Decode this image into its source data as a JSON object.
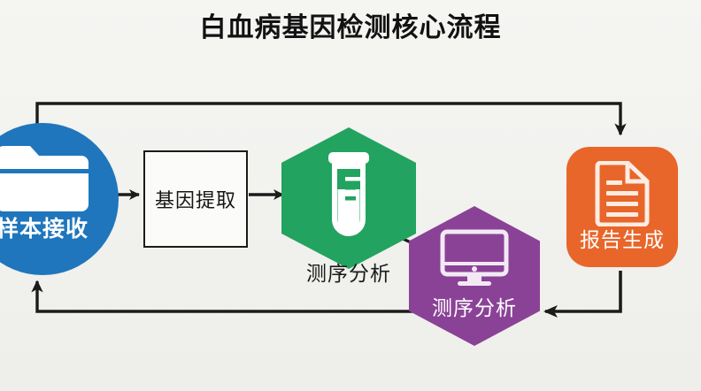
{
  "diagram": {
    "title": "白血病基因检测核心流程",
    "background_color": "#f2f2ef",
    "nodes": [
      {
        "id": "sample",
        "label": "样本接收",
        "shape": "circle",
        "color": "#1f76bc",
        "text_color": "#ffffff",
        "icon": "folder-icon"
      },
      {
        "id": "extract",
        "label": "基因提取",
        "shape": "rectangle",
        "color": "#fbfbf9",
        "border_color": "#1b1b1b",
        "text_color": "#151515",
        "icon": "none"
      },
      {
        "id": "seq-green",
        "label": "测序分析",
        "shape": "hexagon",
        "color": "#22a35f",
        "text_color": "#1b1b1b",
        "icon": "test-tube-icon"
      },
      {
        "id": "seq-purple",
        "label": "测序分析",
        "shape": "hexagon",
        "color": "#8a4296",
        "text_color": "#ffffff",
        "icon": "monitor-icon"
      },
      {
        "id": "report",
        "label": "报告生成",
        "shape": "rounded-square",
        "color": "#e8662a",
        "text_color": "#ffffff",
        "icon": "document-icon"
      }
    ],
    "connectors": [
      {
        "id": "sample-to-extract",
        "from": "sample",
        "to": "extract",
        "arrow": "right"
      },
      {
        "id": "extract-to-seq-green",
        "from": "extract",
        "to": "seq-green",
        "arrow": "right"
      },
      {
        "id": "seq-green-to-seq-purple",
        "from": "seq-green",
        "to": "seq-purple",
        "arrow": "none"
      },
      {
        "id": "top-loop-to-report",
        "from": "sample",
        "to": "report",
        "arrow": "down"
      },
      {
        "id": "bottom-loop-to-seq-purple",
        "from": "report",
        "to": "seq-purple",
        "arrow": "left"
      },
      {
        "id": "bottom-loop-to-sample",
        "from": "report",
        "to": "sample",
        "arrow": "up"
      }
    ],
    "line_color": "#1b1b1b"
  }
}
